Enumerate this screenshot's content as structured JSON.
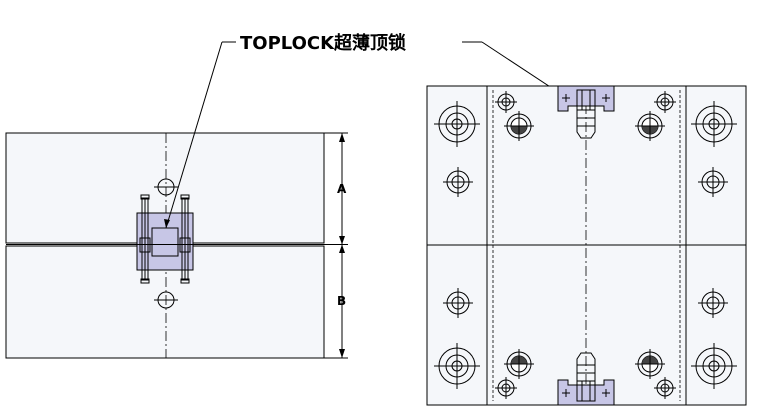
{
  "callout": {
    "text": "TOPLOCK超薄顶锁"
  },
  "dimensions": {
    "a": "A",
    "b": "B"
  },
  "colors": {
    "lock_fill": "#c7c6e6",
    "plate_fill": "#f5f7fa",
    "line": "#000000"
  }
}
